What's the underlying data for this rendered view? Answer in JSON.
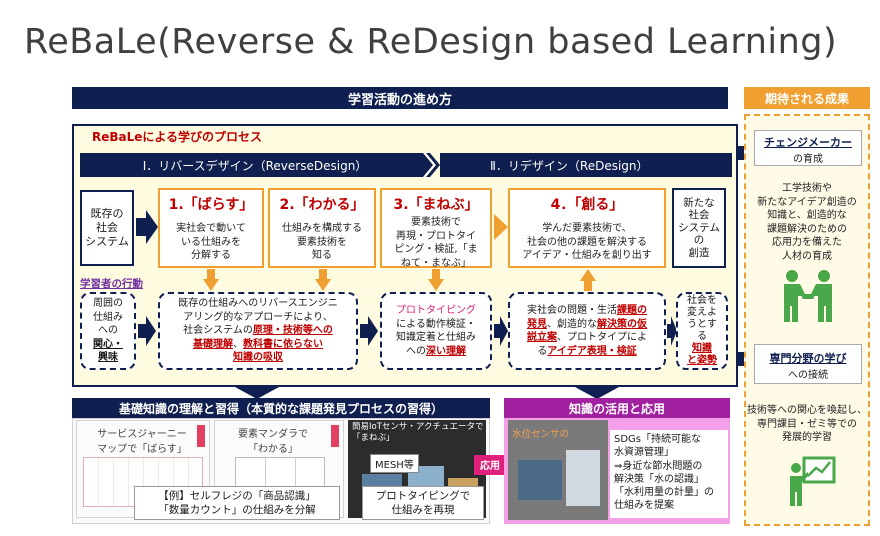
{
  "title": "ReBaLe(Reverse & ReDesign based Learning)",
  "header": {
    "main": "学習活動の進め方",
    "right": "期待される成果"
  },
  "process": {
    "label": "ReBaLeによる学びのプロセス",
    "phase1": "Ⅰ．リバースデザイン（ReverseDesign）",
    "phase2": "Ⅱ．リデザイン（ReDesign）",
    "start_box": "既存の\n社会\nシステム",
    "end_box": "新たな\n社会\nシステム\nの\n創造",
    "steps": [
      {
        "title": "1.「ばらす」",
        "body": "実社会で動いて\nいる仕組みを\n分解する"
      },
      {
        "title": "2.「わかる」",
        "body": "仕組みを構成する\n要素技術を\n知る"
      },
      {
        "title": "3.「まねぶ」",
        "body": "要素技術で\n再現・プロトタイ\nピング・検証,「ま\nねて・まなぶ」"
      },
      {
        "title": "4．「創る」",
        "body": "学んだ要素技術で、\n社会の他の課題を解決する\nアイデア・仕組みを創り出す"
      }
    ],
    "learner_label": "学習者の行動",
    "learner": {
      "l0_a": "周囲の\n仕組み\nへの",
      "l0_b": "関心・\n興味",
      "l1_a": "既存の仕組みへのリバースエンジニ\nアリング的なアプローチにより、\n社会システムの",
      "l1_b": "原理・技術等への",
      "l1_c": "基礎理解",
      "l1_d": "、",
      "l1_e": "教科書に依らない",
      "l1_f": "知識の吸収",
      "l2_a": "プロトタイピング",
      "l2_b": "による動作検証・\n知識定着と仕組み\nへの",
      "l2_c": "深い理解",
      "l3_a": "実社会の問題・生活",
      "l3_b": "課題の",
      "l3_c": "発見",
      "l3_d": "、創造的な",
      "l3_e": "解決策の仮",
      "l3_f": "説立案",
      "l3_g": "、プロトタイプによ\nる",
      "l3_h": "アイデア表現・検証",
      "l4_a": "社会を\n変えよ\nうとす\nる",
      "l4_b": "知識\nと姿勢"
    }
  },
  "bottom": {
    "left_header": "基礎知識の理解と習得（本質的な課題発見プロセスの習得）",
    "right_header": "知識の活用と応用",
    "thumb1": "サービスジャーニー\nマップで「ばらす」",
    "thumb2": "要素マンダラで\n「わかる」",
    "thumb3": "簡易IoTセンサ・アクチュエータで\n「まねぶ」",
    "mesh": "MESH等",
    "example": "【例】セルフレジの「商品認識」\n「数量カウント」の仕組みを分解",
    "proto": "プロトタイピングで\n仕組みを再現",
    "apply": "応用",
    "photo_text": "水位センサの",
    "sdgs": "SDGs「持続可能な\n水資源管理」\n⇒身近な節水問題の\n解決策「水の認識」\n「水利用量の計量」の\n仕組みを提案"
  },
  "right": {
    "changemaker": "チェンジメーカー",
    "changemaker_sub": "の育成",
    "changemaker_desc": "工学技術や\n新たなアイデア創造の\n知識と、創造的な\n課題解決のための\n応用力を備えた\n人材の育成",
    "specialty": "専門分野の学び",
    "specialty_sub": "への接続",
    "specialty_desc": "技術等への関心を喚起し、\n専門課目・ゼミ等での\n発展的学習"
  },
  "colors": {
    "navy": "#0f1f4f",
    "orange": "#f0a030",
    "red": "#c00000",
    "pink": "#e0207a",
    "purple": "#7030a0",
    "cream": "#fffbe0"
  }
}
